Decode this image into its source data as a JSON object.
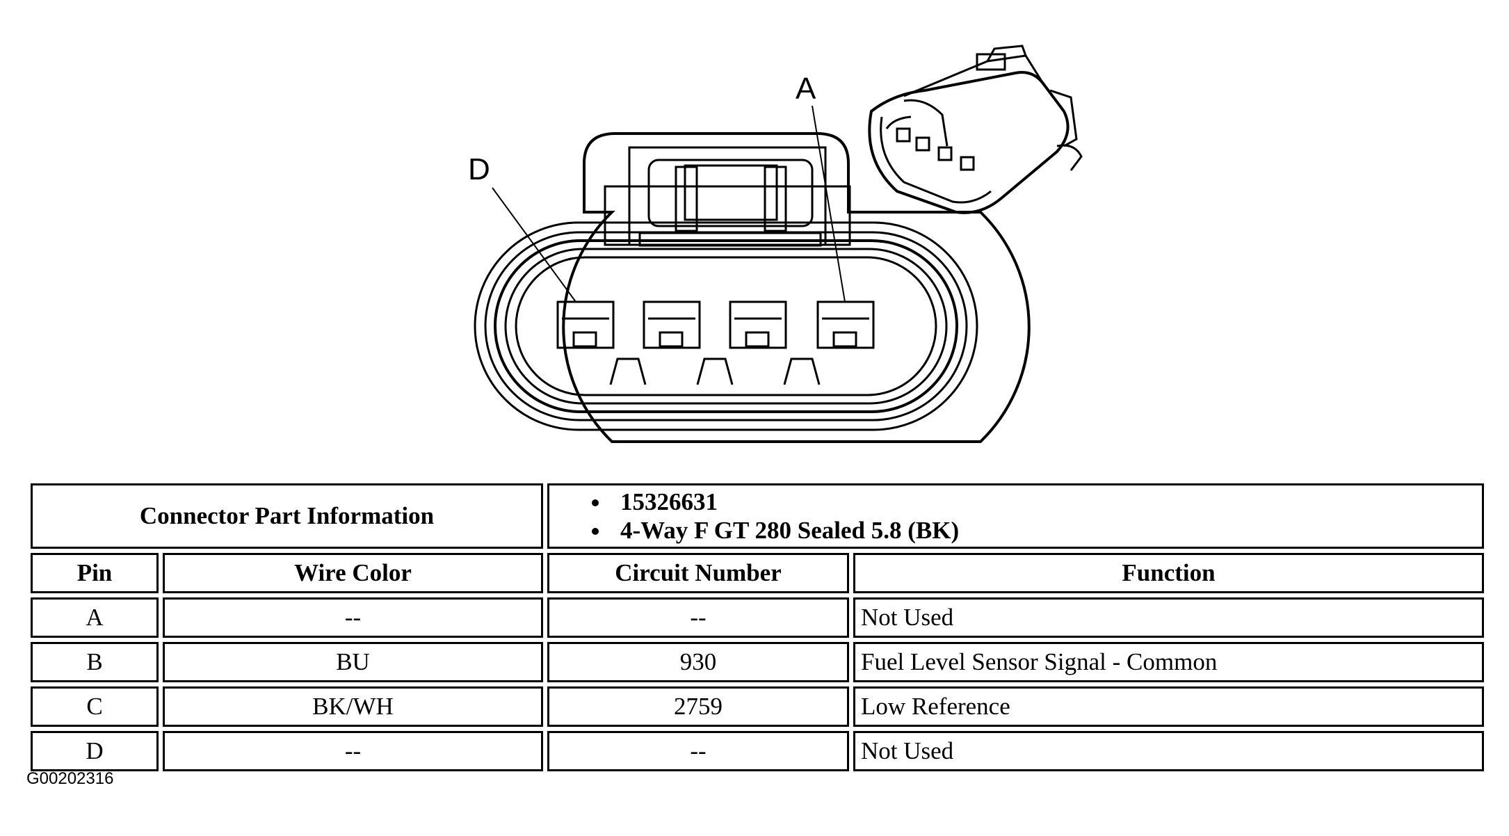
{
  "diagram": {
    "pin_labels": [
      "A",
      "D"
    ]
  },
  "table": {
    "part_info_label": "Connector Part Information",
    "part_info": [
      "15326631",
      "4-Way F GT 280 Sealed 5.8 (BK)"
    ],
    "headers": {
      "pin": "Pin",
      "wire_color": "Wire Color",
      "circuit_number": "Circuit Number",
      "function": "Function"
    },
    "rows": [
      {
        "pin": "A",
        "wire_color": "--",
        "circuit_number": "--",
        "function": "Not Used"
      },
      {
        "pin": "B",
        "wire_color": "BU",
        "circuit_number": "930",
        "function": "Fuel Level Sensor Signal - Common"
      },
      {
        "pin": "C",
        "wire_color": "BK/WH",
        "circuit_number": "2759",
        "function": "Low Reference"
      },
      {
        "pin": "D",
        "wire_color": "--",
        "circuit_number": "--",
        "function": "Not Used"
      }
    ]
  },
  "figure_id": "G00202316"
}
